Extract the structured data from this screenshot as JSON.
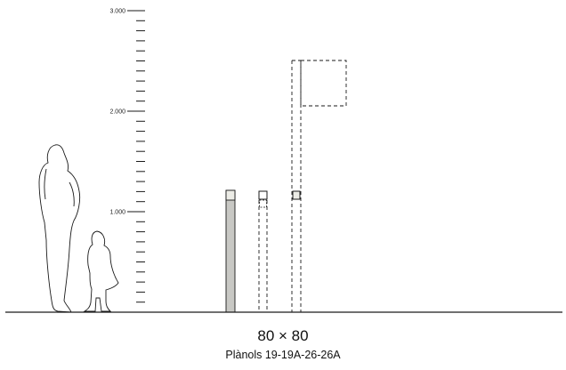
{
  "scale": {
    "unit_step": 100,
    "max": 3000,
    "labels": [
      {
        "value": 3000,
        "text": "3.000"
      },
      {
        "value": 2000,
        "text": "2.000"
      },
      {
        "value": 1000,
        "text": "1.000"
      }
    ]
  },
  "colors": {
    "line": "#1a1a1a",
    "pole_fill": "#c8c8c4",
    "pole_cap": "#ecece6"
  },
  "figures": [
    "adult-silhouette",
    "child-silhouette"
  ],
  "caption": {
    "title": "80 × 80",
    "subtitle": "Plànols 19-19A-26-26A"
  }
}
